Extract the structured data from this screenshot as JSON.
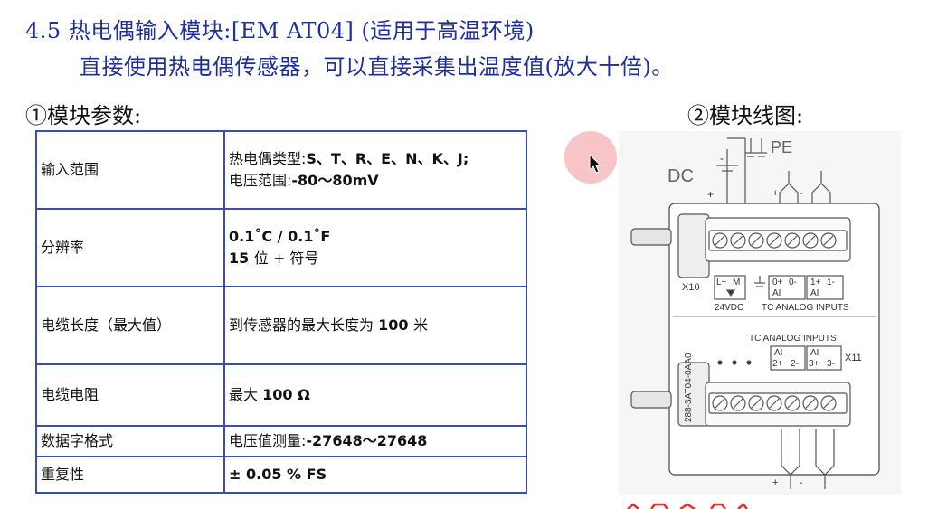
{
  "header": {
    "title": "4.5 热电偶输入模块:[EM AT04] (适用于高温环境)",
    "subtitle": "直接使用热电偶传感器，可以直接采集出温度值(放大十倍)。"
  },
  "sections": {
    "params_label": "①模块参数:",
    "wiring_label": "②模块线图:"
  },
  "params_table": {
    "rows": [
      {
        "key": "输入范围",
        "lines": [
          "热电偶类型:S、T、R、E、N、K、J;",
          "电压范围:-80～80mV"
        ]
      },
      {
        "key": "分辨率",
        "lines": [
          "0.1˚C / 0.1˚F",
          "15 位 + 符号"
        ]
      },
      {
        "key": "电缆长度（最大值）",
        "lines": [
          "到传感器的最大长度为 100 米"
        ]
      },
      {
        "key": "电缆电阻",
        "lines": [
          "最大 100 Ω"
        ]
      },
      {
        "key": "数据字格式",
        "lines": [
          "电压值测量:-27648～27648"
        ]
      },
      {
        "key": "重复性",
        "lines": [
          "± 0.05 % FS"
        ]
      }
    ]
  },
  "diagram": {
    "dc": "DC",
    "plus": "+",
    "minus": "-",
    "pe": "PE",
    "x10": "X10",
    "x11": "X11",
    "top_terms": [
      "L+",
      "M",
      "0+",
      "0-",
      "1+",
      "1-"
    ],
    "ai": "AI",
    "vdc": "24VDC",
    "tc_inputs": "TC ANALOG INPUTS",
    "bottom_terms": [
      "2+",
      "2-",
      "3+",
      "3-"
    ],
    "part_no": "288-3AT04-0AA0"
  },
  "colors": {
    "title": "#1f2f9a",
    "table_border": "#3a4fa8",
    "highlight": "#f09696"
  }
}
